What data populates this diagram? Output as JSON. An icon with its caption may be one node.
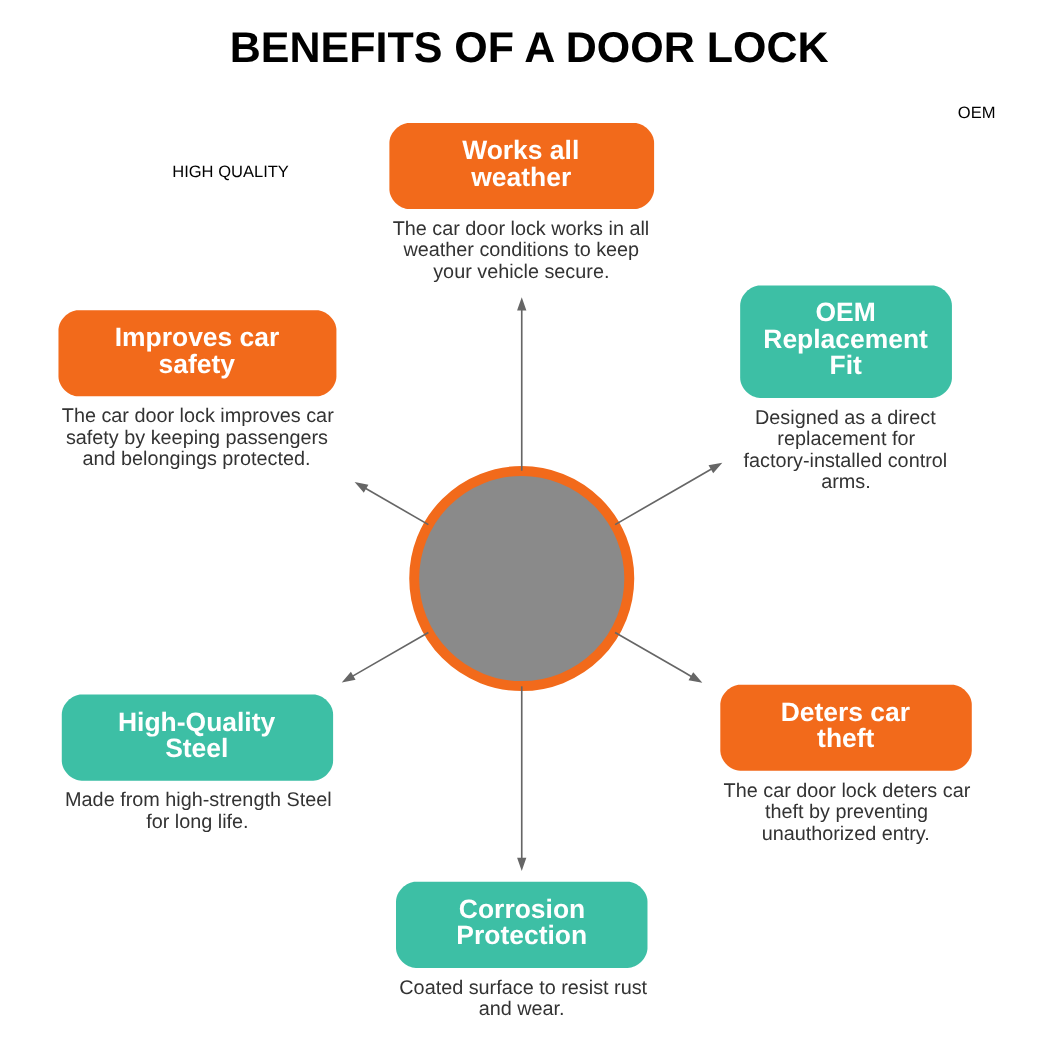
{
  "diagram": {
    "title": "BENEFITS OF A DOOR LOCK",
    "nodes": [
      {
        "text": [],
        "shape": "circle"
      },
      {
        "text": [
          "OEM Replacement Fit"
        ],
        "beside": [
          "Designed as a direct replacement for factory-installed control arms."
        ]
      },
      {
        "text": [
          "Works all weather"
        ],
        "beside": [
          "The car door lock works in all weather conditions to keep your vehicle secure."
        ]
      },
      {
        "text": [
          "Improves car safety"
        ],
        "beside": [
          "The car door lock improves car safety by keeping passengers and belongings protected."
        ]
      },
      {
        "text": [
          "High-Quality Steel"
        ],
        "beside": [
          "Made from high-strength Steel for long life."
        ]
      },
      {
        "text": [
          "Corrosion Protection"
        ],
        "beside": [
          "Coated surface to resist rust and wear."
        ]
      },
      {
        "text": [
          "Deters car theft"
        ],
        "beside": [
          "The car door lock deters car theft by preventing unauthorized entry."
        ]
      }
    ],
    "edges": [
      {
        "from": 0,
        "to": 1,
        "arrow": "to"
      },
      {
        "from": 0,
        "to": 2,
        "arrow": "to"
      },
      {
        "from": 0,
        "to": 3,
        "arrow": "to"
      },
      {
        "from": 0,
        "to": 4,
        "arrow": "to"
      },
      {
        "from": 0,
        "to": 5,
        "arrow": "to"
      },
      {
        "from": 0,
        "to": 6,
        "arrow": "to"
      }
    ],
    "labels": [
      "OEM",
      "HIGH QUALITY"
    ]
  }
}
